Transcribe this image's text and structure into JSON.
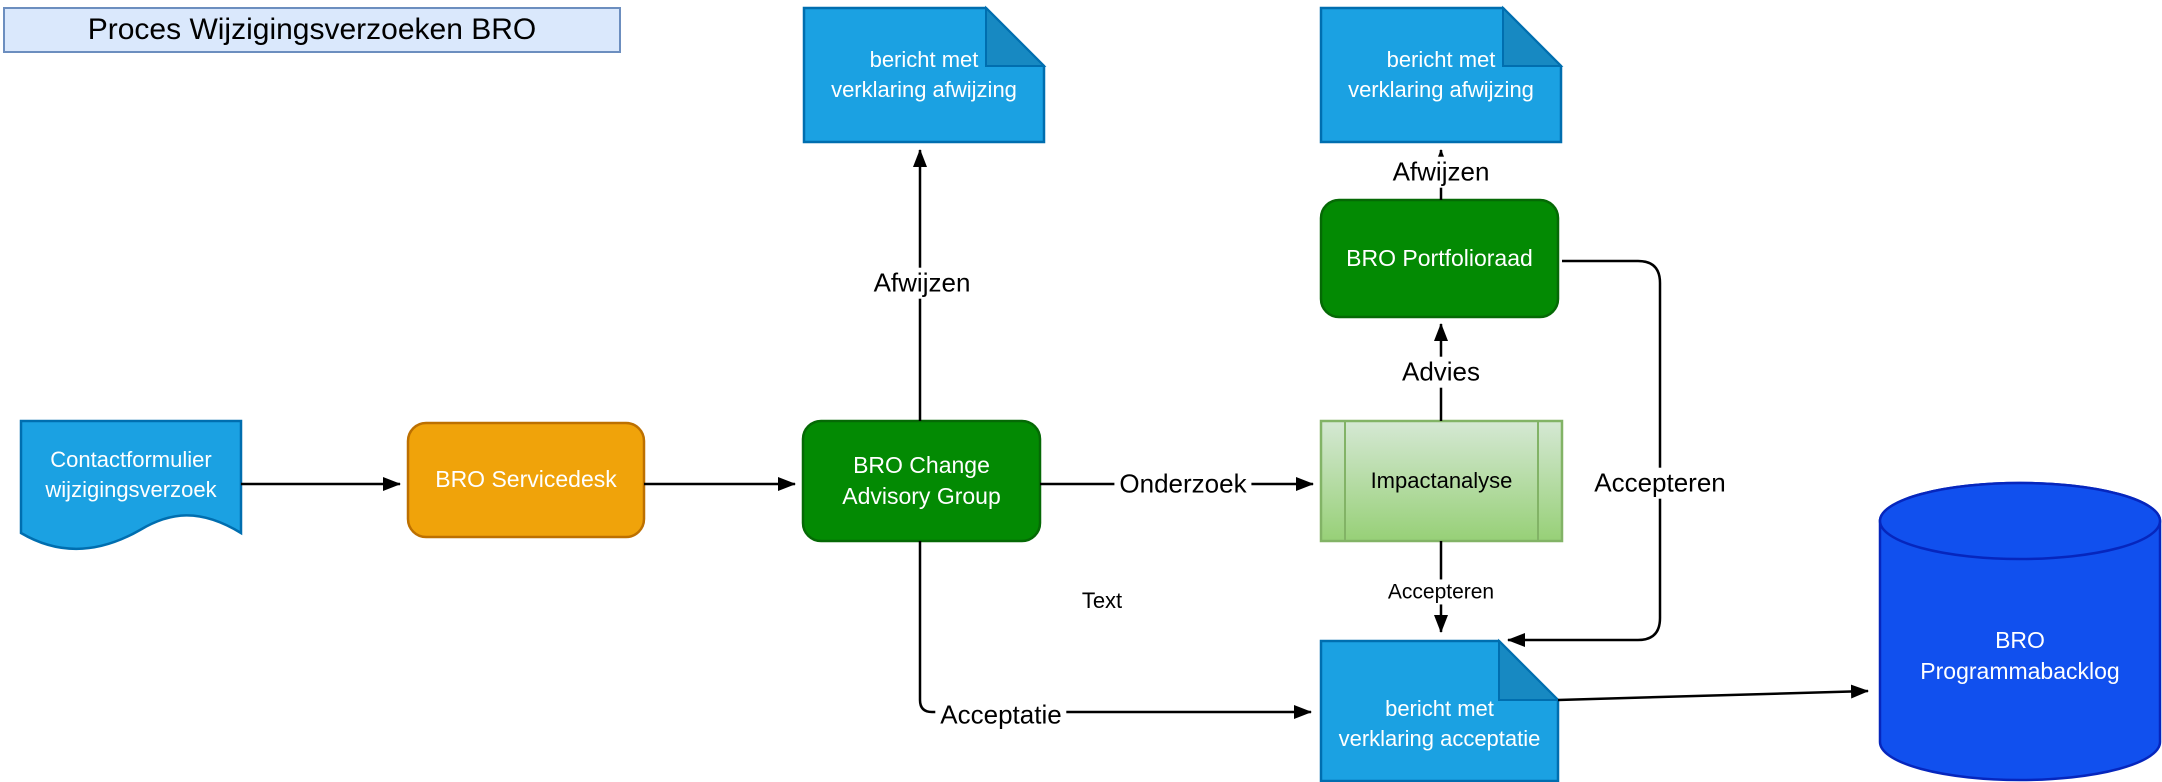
{
  "title": {
    "label": "Proces Wijzigingsverzoeken BRO"
  },
  "nodes": {
    "contact_doc": {
      "label": "Contactformulier\nwijzigingsverzoek"
    },
    "servicedesk": {
      "label": "BRO Servicedesk"
    },
    "change_advisory_group": {
      "label": "BRO Change\nAdvisory Group"
    },
    "impactanalyse": {
      "label": "Impactanalyse"
    },
    "portfolioraad": {
      "label": "BRO Portfolioraad"
    },
    "doc_afwijzing_cag": {
      "label": "bericht met\nverklaring afwijzing"
    },
    "doc_afwijzing_portfolioraad": {
      "label": "bericht met\nverklaring afwijzing"
    },
    "doc_acceptatie": {
      "label": "bericht met\nverklaring acceptatie"
    },
    "programmabacklog": {
      "label": "BRO\nProgrammabacklog"
    }
  },
  "edge_labels": {
    "afwijzen_cag": "Afwijzen",
    "onderzoek": "Onderzoek",
    "advies": "Advies",
    "afwijzen_portfolioraad": "Afwijzen",
    "accepteren_impact": "Accepteren",
    "accepteren_portfolioraad": "Accepteren",
    "acceptatie": "Acceptatie",
    "stray_text": "Text"
  },
  "colors": {
    "title_fill": "#DAE8FC",
    "title_stroke": "#6C8EBF",
    "document_fill": "#1BA1E2",
    "document_fold": "#1789C2",
    "document_stroke": "#006EAF",
    "green_fill": "#038A03",
    "green_stroke": "#056905",
    "orange_fill": "#F0A30A",
    "orange_stroke": "#BD7000",
    "process_fill_top": "#D5E8D4",
    "process_fill_bottom": "#97D077",
    "process_stroke": "#82B366",
    "cylinder_fill": "#1150EE",
    "cylinder_stroke": "#0626BD",
    "connector": "#000000"
  }
}
